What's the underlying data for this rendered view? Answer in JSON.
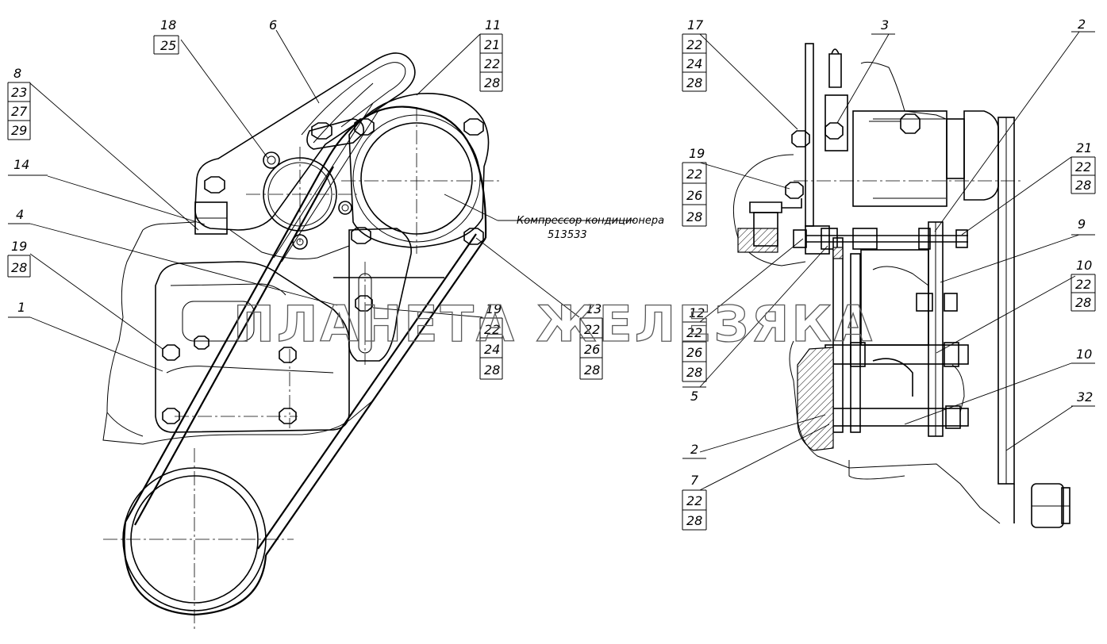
{
  "watermark": "ПЛАНЕТА ЖЕЛЕЗЯКА",
  "compressor_note": {
    "name": "Компрессор кондиционера",
    "code": "513533"
  },
  "callouts": {
    "c18": [
      "18",
      "25"
    ],
    "c6": [
      "6"
    ],
    "c11": [
      "11",
      "21",
      "22",
      "28"
    ],
    "c8": [
      "8",
      "23",
      "27",
      "29"
    ],
    "c14": [
      "14"
    ],
    "c4": [
      "4"
    ],
    "c19a": [
      "19",
      "28"
    ],
    "c1": [
      "1"
    ],
    "c19b": [
      "19",
      "22",
      "24",
      "28"
    ],
    "c13": [
      "13",
      "22",
      "26",
      "28"
    ],
    "c17": [
      "17",
      "22",
      "24",
      "28"
    ],
    "c3": [
      "3"
    ],
    "c2a": [
      "2"
    ],
    "c19c": [
      "19",
      "22",
      "26",
      "28"
    ],
    "c21": [
      "21",
      "22",
      "28"
    ],
    "c9": [
      "9"
    ],
    "c10a": [
      "10",
      "22",
      "28"
    ],
    "c12": [
      "12",
      "22",
      "26",
      "28"
    ],
    "c5": [
      "5"
    ],
    "c10b": [
      "10"
    ],
    "c32": [
      "32"
    ],
    "c2b": [
      "2"
    ],
    "c7": [
      "7",
      "22",
      "28"
    ]
  }
}
